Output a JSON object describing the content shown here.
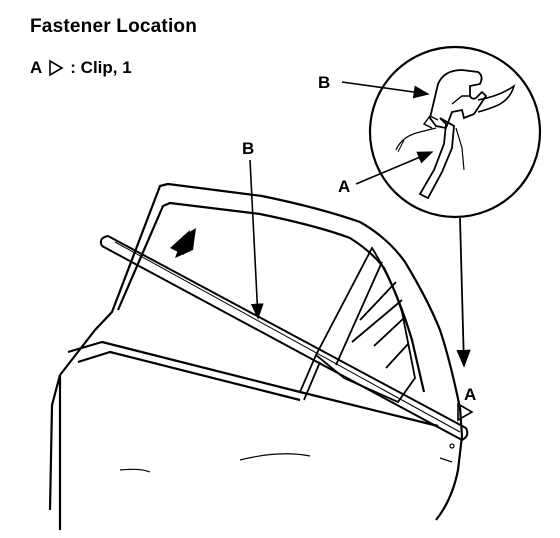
{
  "header": {
    "title": "Fastener Location",
    "legend_letter": "A",
    "legend_text": ": Clip, 1"
  },
  "labels": {
    "detail_b": "B",
    "detail_a": "A",
    "molding_b": "B",
    "clip_a": "A"
  }
}
